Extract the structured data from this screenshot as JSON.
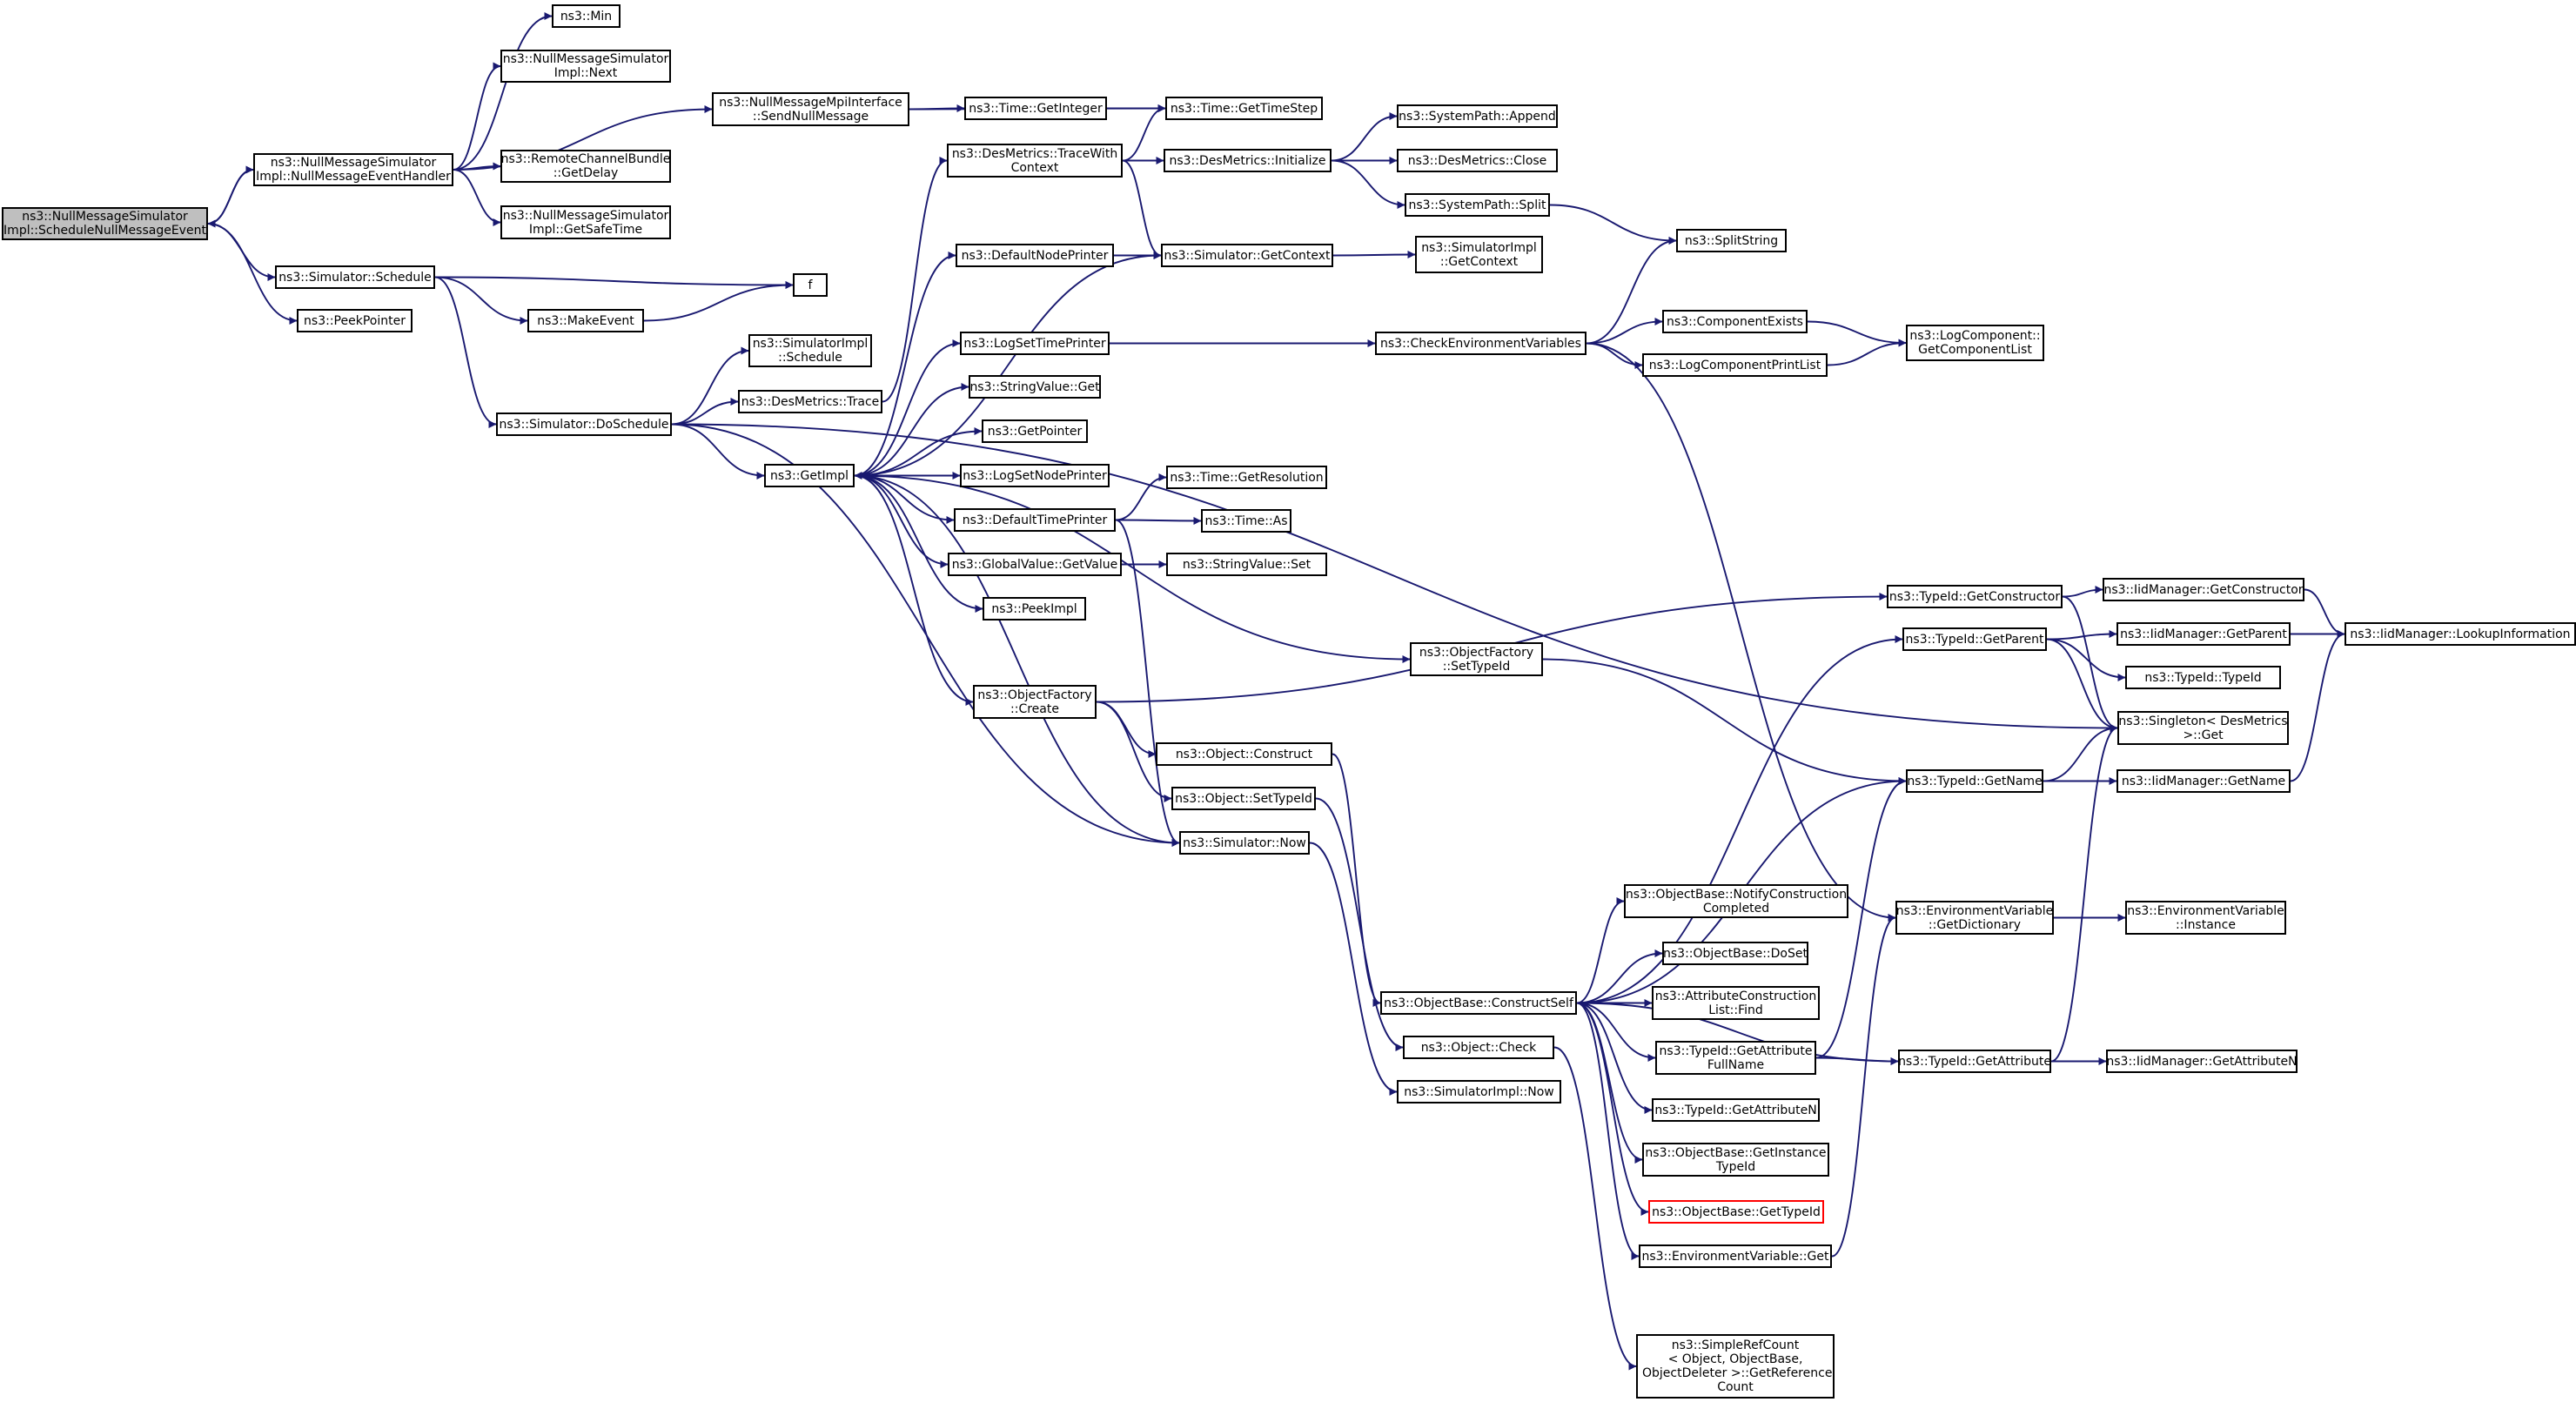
{
  "colors": {
    "edge": "#191970",
    "border": "#000000",
    "root_fill": "#bfbfbf",
    "broken_border": "#ff0000"
  },
  "nodes": [
    {
      "id": "root",
      "label": "ns3::NullMessageSimulator\nImpl::ScheduleNullMessageEvent",
      "root": true
    },
    {
      "id": "nmeh",
      "label": "ns3::NullMessageSimulator\nImpl::NullMessageEventHandler"
    },
    {
      "id": "sched",
      "label": "ns3::Simulator::Schedule"
    },
    {
      "id": "peekp",
      "label": "ns3::PeekPointer"
    },
    {
      "id": "min",
      "label": "ns3::Min"
    },
    {
      "id": "next",
      "label": "ns3::NullMessageSimulator\nImpl::Next"
    },
    {
      "id": "sendnm",
      "label": "ns3::NullMessageMpiInterface\n::SendNullMessage"
    },
    {
      "id": "getdelay",
      "label": "ns3::RemoteChannelBundle\n::GetDelay"
    },
    {
      "id": "getsafe",
      "label": "ns3::NullMessageSimulator\nImpl::GetSafeTime"
    },
    {
      "id": "f",
      "label": "f"
    },
    {
      "id": "makeev",
      "label": "ns3::MakeEvent"
    },
    {
      "id": "dosched",
      "label": "ns3::Simulator::DoSchedule"
    },
    {
      "id": "getint",
      "label": "ns3::Time::GetInteger"
    },
    {
      "id": "gettimestep",
      "label": "ns3::Time::GetTimeStep"
    },
    {
      "id": "dmtwc",
      "label": "ns3::DesMetrics::TraceWith\nContext"
    },
    {
      "id": "dminit",
      "label": "ns3::DesMetrics::Initialize"
    },
    {
      "id": "spappend",
      "label": "ns3::SystemPath::Append"
    },
    {
      "id": "dmclose",
      "label": "ns3::DesMetrics::Close"
    },
    {
      "id": "spsplit",
      "label": "ns3::SystemPath::Split"
    },
    {
      "id": "defnodep",
      "label": "ns3::DefaultNodePrinter"
    },
    {
      "id": "simgetctx",
      "label": "ns3::Simulator::GetContext"
    },
    {
      "id": "simimplgetctx",
      "label": "ns3::SimulatorImpl\n::GetContext"
    },
    {
      "id": "splitstr",
      "label": "ns3::SplitString"
    },
    {
      "id": "simimplsched",
      "label": "ns3::SimulatorImpl\n::Schedule"
    },
    {
      "id": "dmtrace",
      "label": "ns3::DesMetrics::Trace"
    },
    {
      "id": "logsettp",
      "label": "ns3::LogSetTimePrinter"
    },
    {
      "id": "checkenv",
      "label": "ns3::CheckEnvironmentVariables"
    },
    {
      "id": "compexists",
      "label": "ns3::ComponentExists"
    },
    {
      "id": "logcomplist",
      "label": "ns3::LogComponent::\nGetComponentList"
    },
    {
      "id": "logcompprint",
      "label": "ns3::LogComponentPrintList"
    },
    {
      "id": "strvalget",
      "label": "ns3::StringValue::Get"
    },
    {
      "id": "getimpl",
      "label": "ns3::GetImpl"
    },
    {
      "id": "getpointer",
      "label": "ns3::GetPointer"
    },
    {
      "id": "logsetnp",
      "label": "ns3::LogSetNodePrinter"
    },
    {
      "id": "deftp",
      "label": "ns3::DefaultTimePrinter"
    },
    {
      "id": "getres",
      "label": "ns3::Time::GetResolution"
    },
    {
      "id": "timeas",
      "label": "ns3::Time::As"
    },
    {
      "id": "gvgetval",
      "label": "ns3::GlobalValue::GetValue"
    },
    {
      "id": "strvalset",
      "label": "ns3::StringValue::Set"
    },
    {
      "id": "peekimpl",
      "label": "ns3::PeekImpl"
    },
    {
      "id": "tidgetctor",
      "label": "ns3::TypeId::GetConstructor"
    },
    {
      "id": "iidgetctor",
      "label": "ns3::IidManager::GetConstructor"
    },
    {
      "id": "iidlookup",
      "label": "ns3::IidManager::LookupInformation"
    },
    {
      "id": "ofsettid",
      "label": "ns3::ObjectFactory\n::SetTypeId"
    },
    {
      "id": "tidgetparent",
      "label": "ns3::TypeId::GetParent"
    },
    {
      "id": "iidgetparent",
      "label": "ns3::IidManager::GetParent"
    },
    {
      "id": "tidtid",
      "label": "ns3::TypeId::TypeId"
    },
    {
      "id": "ofcreate",
      "label": "ns3::ObjectFactory\n::Create"
    },
    {
      "id": "singleton",
      "label": "ns3::Singleton< DesMetrics\n>::Get"
    },
    {
      "id": "objconstruct",
      "label": "ns3::Object::Construct"
    },
    {
      "id": "tidgetname",
      "label": "ns3::TypeId::GetName"
    },
    {
      "id": "iidgetname",
      "label": "ns3::IidManager::GetName"
    },
    {
      "id": "objsettid",
      "label": "ns3::Object::SetTypeId"
    },
    {
      "id": "simnow",
      "label": "ns3::Simulator::Now"
    },
    {
      "id": "obnotify",
      "label": "ns3::ObjectBase::NotifyConstruction\nCompleted"
    },
    {
      "id": "envgetdict",
      "label": "ns3::EnvironmentVariable\n::GetDictionary"
    },
    {
      "id": "envinst",
      "label": "ns3::EnvironmentVariable\n::Instance"
    },
    {
      "id": "obdoset",
      "label": "ns3::ObjectBase::DoSet"
    },
    {
      "id": "obconstructself",
      "label": "ns3::ObjectBase::ConstructSelf"
    },
    {
      "id": "acfind",
      "label": "ns3::AttributeConstruction\nList::Find"
    },
    {
      "id": "objcheck",
      "label": "ns3::Object::Check"
    },
    {
      "id": "tidgetattrfull",
      "label": "ns3::TypeId::GetAttribute\nFullName"
    },
    {
      "id": "tidgetattr",
      "label": "ns3::TypeId::GetAttribute"
    },
    {
      "id": "iidgetattrn",
      "label": "ns3::IidManager::GetAttributeN"
    },
    {
      "id": "simimplnow",
      "label": "ns3::SimulatorImpl::Now"
    },
    {
      "id": "tidgetattrn",
      "label": "ns3::TypeId::GetAttributeN"
    },
    {
      "id": "obgetinst",
      "label": "ns3::ObjectBase::GetInstance\nTypeId"
    },
    {
      "id": "obgettid",
      "label": "ns3::ObjectBase::GetTypeId",
      "broken": true
    },
    {
      "id": "envget",
      "label": "ns3::EnvironmentVariable::Get"
    },
    {
      "id": "srcgetref",
      "label": "ns3::SimpleRefCount\n< Object, ObjectBase,\n ObjectDeleter >::GetReference\nCount"
    }
  ],
  "edges": [
    [
      "root",
      "nmeh"
    ],
    [
      "nmeh",
      "root"
    ],
    [
      "root",
      "sched"
    ],
    [
      "root",
      "peekp"
    ],
    [
      "nmeh",
      "min"
    ],
    [
      "nmeh",
      "next"
    ],
    [
      "nmeh",
      "sendnm"
    ],
    [
      "nmeh",
      "getdelay"
    ],
    [
      "nmeh",
      "getsafe"
    ],
    [
      "sendnm",
      "getint"
    ],
    [
      "sendnm",
      "gettimestep"
    ],
    [
      "getint",
      "gettimestep"
    ],
    [
      "sched",
      "f"
    ],
    [
      "sched",
      "makeev"
    ],
    [
      "sched",
      "dosched"
    ],
    [
      "makeev",
      "f"
    ],
    [
      "dosched",
      "simimplsched"
    ],
    [
      "dosched",
      "dmtrace"
    ],
    [
      "dosched",
      "getimpl"
    ],
    [
      "dosched",
      "singleton"
    ],
    [
      "dosched",
      "simnow"
    ],
    [
      "dmtrace",
      "dmtwc"
    ],
    [
      "dmtwc",
      "gettimestep"
    ],
    [
      "dmtwc",
      "dminit"
    ],
    [
      "dmtwc",
      "simgetctx"
    ],
    [
      "dminit",
      "spappend"
    ],
    [
      "dminit",
      "dmclose"
    ],
    [
      "dminit",
      "spsplit"
    ],
    [
      "spsplit",
      "splitstr"
    ],
    [
      "defnodep",
      "simgetctx"
    ],
    [
      "simgetctx",
      "simimplgetctx"
    ],
    [
      "getimpl",
      "simgetctx"
    ],
    [
      "getimpl",
      "defnodep"
    ],
    [
      "getimpl",
      "logsettp"
    ],
    [
      "getimpl",
      "strvalget"
    ],
    [
      "getimpl",
      "getpointer"
    ],
    [
      "getimpl",
      "logsetnp"
    ],
    [
      "getimpl",
      "deftp"
    ],
    [
      "getimpl",
      "gvgetval"
    ],
    [
      "getimpl",
      "peekimpl"
    ],
    [
      "getimpl",
      "ofcreate"
    ],
    [
      "getimpl",
      "ofsettid"
    ],
    [
      "logsettp",
      "checkenv"
    ],
    [
      "checkenv",
      "splitstr"
    ],
    [
      "checkenv",
      "compexists"
    ],
    [
      "checkenv",
      "logcompprint"
    ],
    [
      "checkenv",
      "envgetdict"
    ],
    [
      "compexists",
      "logcomplist"
    ],
    [
      "logcompprint",
      "logcomplist"
    ],
    [
      "deftp",
      "getres"
    ],
    [
      "deftp",
      "timeas"
    ],
    [
      "deftp",
      "simnow"
    ],
    [
      "gvgetval",
      "strvalset"
    ],
    [
      "ofcreate",
      "tidgetctor"
    ],
    [
      "ofcreate",
      "objconstruct"
    ],
    [
      "ofcreate",
      "objsettid"
    ],
    [
      "tidgetctor",
      "iidgetctor"
    ],
    [
      "tidgetctor",
      "singleton"
    ],
    [
      "iidgetctor",
      "iidlookup"
    ],
    [
      "ofsettid",
      "tidgetname"
    ],
    [
      "tidgetparent",
      "iidgetparent"
    ],
    [
      "tidgetparent",
      "tidtid"
    ],
    [
      "tidgetparent",
      "singleton"
    ],
    [
      "iidgetparent",
      "iidlookup"
    ],
    [
      "tidgetname",
      "singleton"
    ],
    [
      "tidgetname",
      "iidgetname"
    ],
    [
      "iidgetname",
      "iidlookup"
    ],
    [
      "objconstruct",
      "obconstructself"
    ],
    [
      "objsettid",
      "objcheck"
    ],
    [
      "simnow",
      "getimpl"
    ],
    [
      "simnow",
      "simimplnow"
    ],
    [
      "obconstructself",
      "tidgetparent"
    ],
    [
      "obconstructself",
      "tidgetname"
    ],
    [
      "obconstructself",
      "obnotify"
    ],
    [
      "obconstructself",
      "obdoset"
    ],
    [
      "obconstructself",
      "acfind"
    ],
    [
      "obconstructself",
      "tidgetattrfull"
    ],
    [
      "obconstructself",
      "tidgetattrn"
    ],
    [
      "obconstructself",
      "obgetinst"
    ],
    [
      "obconstructself",
      "obgettid"
    ],
    [
      "obconstructself",
      "envget"
    ],
    [
      "obconstructself",
      "tidgetattr"
    ],
    [
      "envgetdict",
      "envinst"
    ],
    [
      "envget",
      "envgetdict"
    ],
    [
      "tidgetattrfull",
      "tidgetname"
    ],
    [
      "tidgetattrfull",
      "tidgetattr"
    ],
    [
      "tidgetattr",
      "iidgetattrn"
    ],
    [
      "tidgetattr",
      "singleton"
    ],
    [
      "objcheck",
      "srcgetref"
    ]
  ]
}
